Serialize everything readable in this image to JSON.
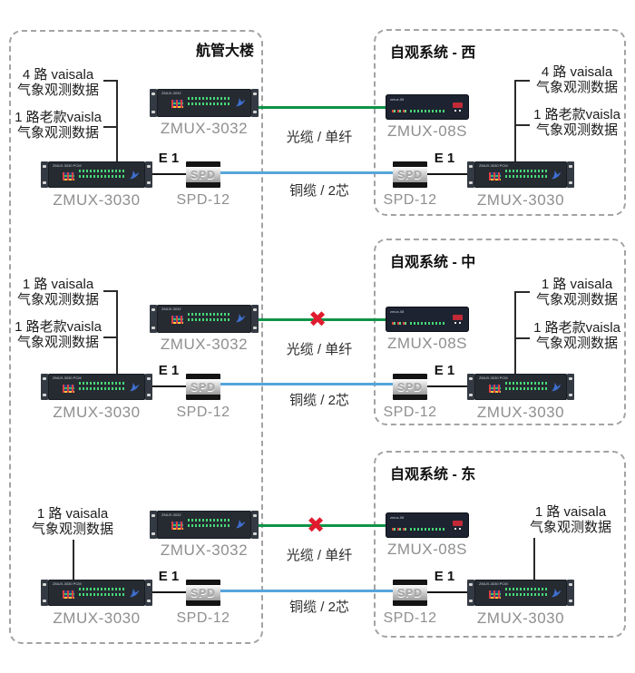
{
  "building": {
    "title": "航管大楼"
  },
  "systems": [
    {
      "title": "自观系统 - 西"
    },
    {
      "title": "自观系统 - 中"
    },
    {
      "title": "自观系统 - 东"
    }
  ],
  "cables": {
    "fiber": "光缆 / 单纤",
    "copper": "铜缆 / 2芯",
    "e1": "E 1"
  },
  "devices": {
    "zmux3032": {
      "label": "ZMUX-3032",
      "face": "ZMUX-3032"
    },
    "zmux3030": {
      "label": "ZMUX-3030",
      "face": "ZMUX-3030 PCM"
    },
    "zmux08s": {
      "label": "ZMUX-08S",
      "face": "zmux-08"
    },
    "spd": {
      "label": "SPD-12",
      "face": "SPD"
    }
  },
  "icons": {
    "broken_x": "✖"
  },
  "colors": {
    "fiber_green": "#0E9347",
    "copper_blue": "#56A5DA",
    "alert_red": "#E11B2E"
  },
  "rows": [
    {
      "system": "west",
      "fiber_link": "ok",
      "left_labels": [
        {
          "line1": "4 路 vaisala",
          "line2": "气象观测数据"
        },
        {
          "line1": "1 路老款vaisla",
          "line2": "气象观测数据"
        }
      ],
      "right_labels": [
        {
          "line1": "4 路 vaisala",
          "line2": "气象观测数据"
        },
        {
          "line1": "1 路老款vaisla",
          "line2": "气象观测数据"
        }
      ]
    },
    {
      "system": "center",
      "fiber_link": "broken",
      "left_labels": [
        {
          "line1": "1 路 vaisala",
          "line2": "气象观测数据"
        },
        {
          "line1": "1 路老款vaisla",
          "line2": "气象观测数据"
        }
      ],
      "right_labels": [
        {
          "line1": "1 路 vaisala",
          "line2": "气象观测数据"
        },
        {
          "line1": "1 路老款vaisla",
          "line2": "气象观测数据"
        }
      ]
    },
    {
      "system": "east",
      "fiber_link": "broken",
      "left_labels": [
        {
          "line1": "1 路 vaisala",
          "line2": "气象观测数据"
        }
      ],
      "right_labels": [
        {
          "line1": "1 路 vaisala",
          "line2": "气象观测数据"
        }
      ]
    }
  ]
}
